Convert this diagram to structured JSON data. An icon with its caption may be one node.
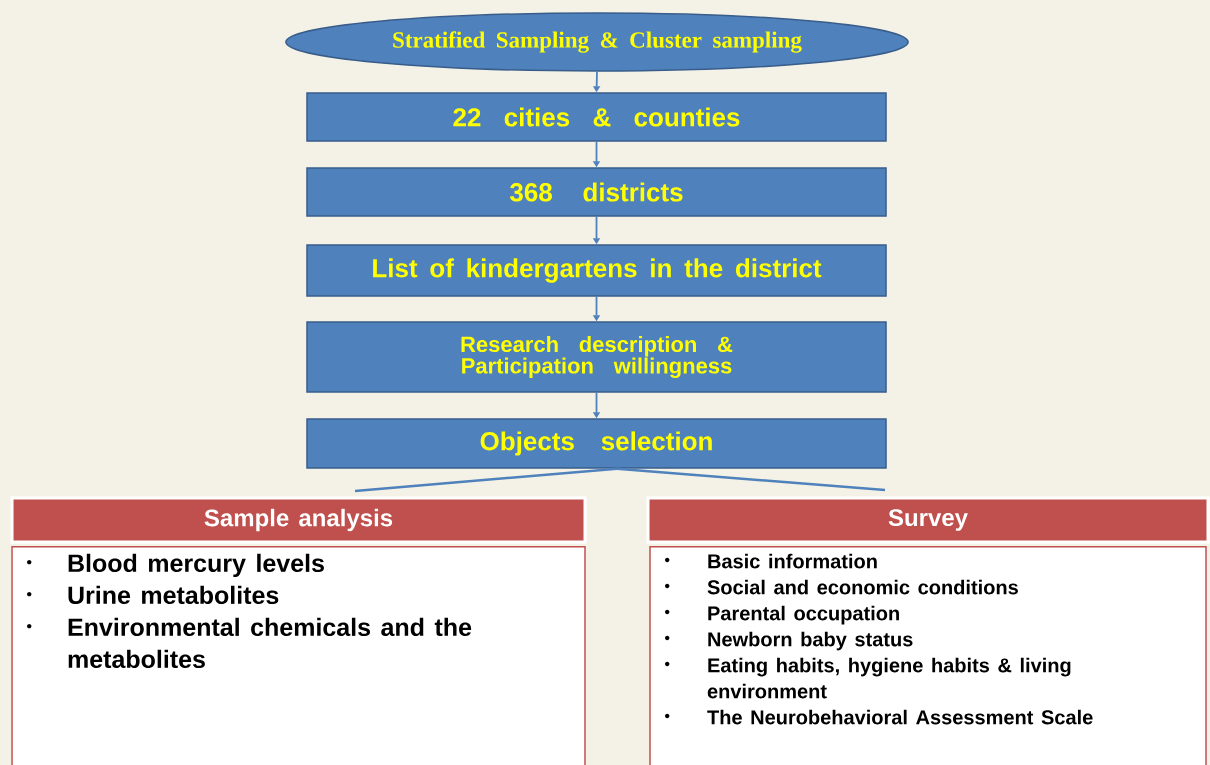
{
  "diagram": {
    "nodes": [
      {
        "text": [
          "Stratified Sampling & Cluster sampling"
        ]
      },
      {
        "text": [
          "22 cities & counties"
        ]
      },
      {
        "text": [
          "368 districts"
        ]
      },
      {
        "text": [
          "List of kindergartens in the district"
        ]
      },
      {
        "text": [
          "Research description & Participation willingness"
        ]
      },
      {
        "text": [
          "Objects selection"
        ]
      },
      {
        "text": [
          "Sample analysis"
        ]
      },
      {
        "text": [
          "Blood mercury levels",
          "Urine metabolites",
          "Environmental chemicals and the metabolites"
        ]
      },
      {
        "text": [
          "Survey"
        ]
      },
      {
        "text": [
          "Basic information",
          "Social and economic conditions",
          "Parental occupation",
          "Newborn baby status",
          "Eating habits, hygiene habits & living environment",
          "The Neurobehavioral Assessment Scale"
        ]
      }
    ],
    "edges": [
      {
        "from": 0,
        "to": 1,
        "arrow": "to"
      },
      {
        "from": 1,
        "to": 2,
        "arrow": "to"
      },
      {
        "from": 2,
        "to": 3,
        "arrow": "to"
      },
      {
        "from": 3,
        "to": 4,
        "arrow": "to"
      },
      {
        "from": 4,
        "to": 5,
        "arrow": "to"
      },
      {
        "from": 5,
        "to": 6,
        "arrow": "none"
      },
      {
        "from": 5,
        "to": 8,
        "arrow": "none"
      }
    ]
  }
}
